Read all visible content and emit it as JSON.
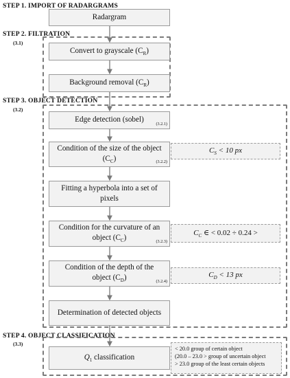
{
  "steps": {
    "step1": "STEP 1. IMPORT OF RADARGRAMS",
    "step2": "STEP 2. FILTRATION",
    "step3": "STEP 3. OBJECT DETECTION",
    "step4": "STEP 4. OBJECT CLASSIFICATION"
  },
  "section_refs": {
    "s2": "(3.1)",
    "s3": "(3.2)",
    "s4": "(3.3)"
  },
  "nodes": {
    "radargram": "Radargram",
    "grayscale": "Convert to grayscale (C",
    "grayscale_sub": "R",
    "background": "Background removal (C",
    "background_sub": "R",
    "edge": "Edge detection (sobel)",
    "edge_ref": "(3.2.1)",
    "size": "Condition of the size of the object (C",
    "size_sub": "C",
    "size_ref": "(3.2.2)",
    "hyperbola": "Fitting a hyperbola into a set of pixels",
    "curvature": "Condition for the curvature of an object (C",
    "curvature_sub": "C",
    "curvature_ref": "(3.2.3)",
    "depth": "Condition of the depth of the object (C",
    "depth_sub": "D",
    "depth_ref": "(3.2.4)",
    "determination": "Determination of detected objects",
    "classification": "Q",
    "classification_sub": "1",
    "classification_rest": " classification"
  },
  "conditions": {
    "size": {
      "var": "C",
      "sub": "S",
      "expr": " < 10 px"
    },
    "curvature": {
      "var": "C",
      "sub": "C",
      "expr": " ∈ < 0.02 ÷ 0.24 >"
    },
    "depth": {
      "var": "C",
      "sub": "D",
      "expr": " < 13 px"
    }
  },
  "classification_legend": [
    "< 20.0 group of certain object",
    "(20.0 – 23.0 > group of uncertain object",
    "> 23.0 group of the least certain objects"
  ]
}
